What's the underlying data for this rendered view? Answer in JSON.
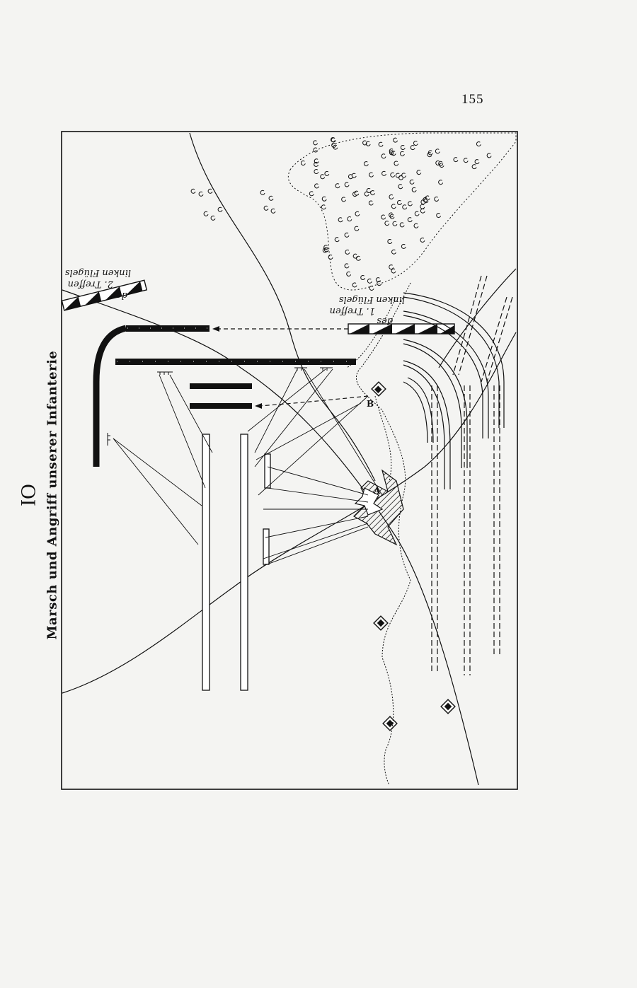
{
  "page": {
    "number": "155"
  },
  "plate": {
    "number": "IO",
    "title": "Marsch und Angriff unserer Infanterie"
  },
  "map": {
    "labels": {
      "second_line_left_wing": [
        "2. Treffen",
        "des",
        "linken Flügels"
      ],
      "first_line_left_wing": [
        "1. Treffen",
        "des",
        "linken Flügels"
      ],
      "point_a": "A",
      "point_b": "B"
    },
    "icons": [
      "forest-symbol",
      "village-symbol",
      "redoubt-icon",
      "hill-hachures"
    ]
  }
}
